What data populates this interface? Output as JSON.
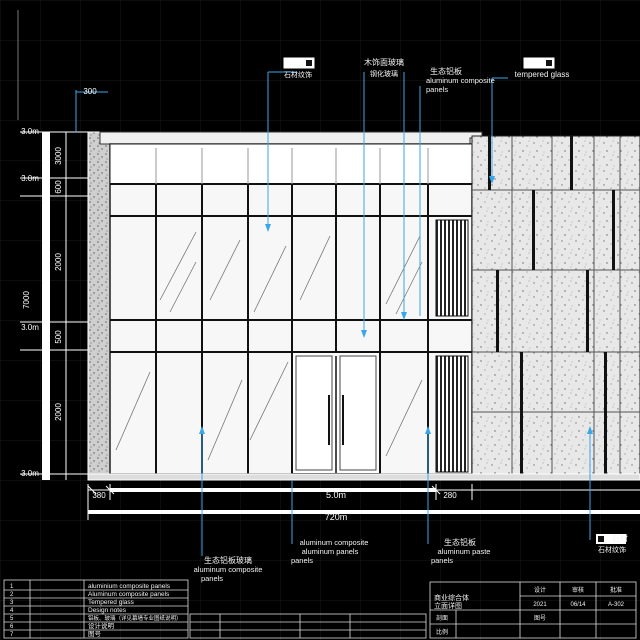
{
  "drawing": {
    "callouts": {
      "top_left_tag": "石材纹饰",
      "top_mid_cn_1": "木饰面玻璃",
      "top_mid_cn_2": "钢化玻璃",
      "top_right_cn": "生态铝板",
      "top_right_en_1": "aluminum composite",
      "top_right_en_2": "panels",
      "top_far_right": "tempered glass",
      "bottom_left_en_1": "aluminum composite",
      "bottom_left_en_2": "aluminum panels",
      "bottom_left_en_3": "panels",
      "bottom_mid_cn": "生态铝板",
      "bottom_mid_en_1": "aluminum paste",
      "bottom_mid_en_2": "panels",
      "bottom_far_left_cn": "生态铝板玻璃",
      "bottom_far_left_en": "aluminum composite",
      "bottom_far_left_en2": "panels",
      "bottom_right_cn": "石材",
      "bottom_right_tag": "石材纹饰"
    },
    "dimensions": {
      "left_top": "3.0m",
      "left_1": "3000",
      "left_2": "3.0m",
      "left_3": "600",
      "left_4": "2000",
      "left_total": "7000",
      "left_5": "500",
      "left_6": "3.0m",
      "left_7": "2000",
      "left_bottom": "3.0m",
      "top_offset": "300",
      "bottom_left": "380",
      "bottom_mid": "5.0m",
      "bottom_right": "280",
      "bottom_total": "720m"
    }
  },
  "title_block": {
    "rows": [
      "aluminium composite panels",
      "Aluminum composite panels",
      "Tempered glass",
      "Design notes",
      "铝板、玻璃（详见幕墙专业图纸说明）",
      "设计说明",
      "图号"
    ],
    "left_codes": [
      "1",
      "2",
      "3",
      "4",
      "5",
      "6",
      "7"
    ],
    "right_project": "商业综合体",
    "right_sheet": "立面详图",
    "right_headers": [
      "设计",
      "审核",
      "批准"
    ],
    "right_values": [
      "2021",
      "06/14",
      "A-302"
    ],
    "right_notes": [
      "剖面",
      "比例",
      "图号"
    ]
  }
}
